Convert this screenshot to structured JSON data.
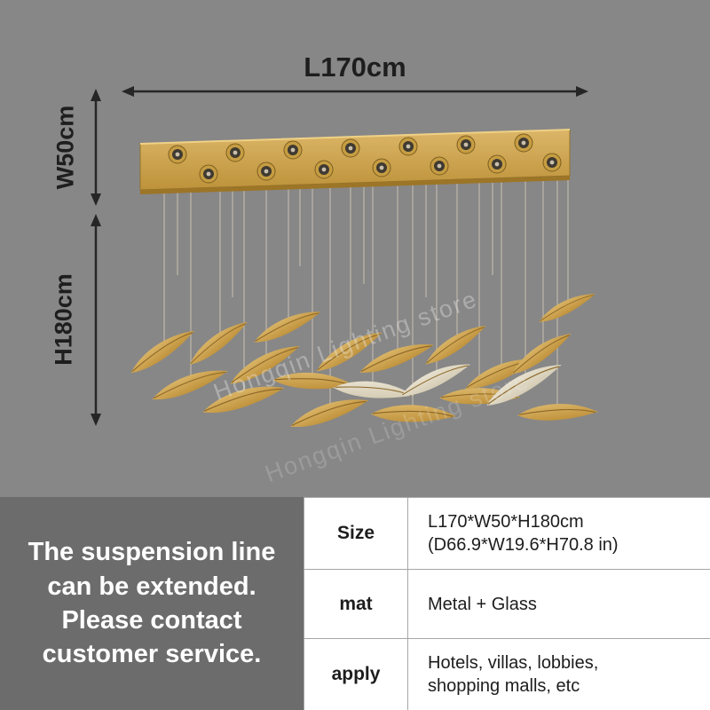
{
  "dimensions": {
    "length": "L170cm",
    "width": "W50cm",
    "height": "H180cm"
  },
  "watermark": {
    "text": "Hongqin Lighting store"
  },
  "notice": {
    "text": "The suspension line\ncan be extended.\nPlease contact\ncustomer service."
  },
  "spec_table": {
    "rows": [
      {
        "label": "Size",
        "value": "L170*W50*H180cm\n(D66.9*W19.6*H70.8 in)"
      },
      {
        "label": "mat",
        "value": "Metal + Glass"
      },
      {
        "label": "apply",
        "value": "Hotels, villas, lobbies,\nshopping malls, etc"
      }
    ]
  },
  "colors": {
    "background_top": "#878787",
    "background_bottom": "#6c6c6c",
    "plate_gold": "#c79e43",
    "feather_gold": "#c8962f",
    "notice_text": "#ffffff",
    "table_text": "#1d1d1d",
    "dimension_text": "#1e1e1e"
  }
}
